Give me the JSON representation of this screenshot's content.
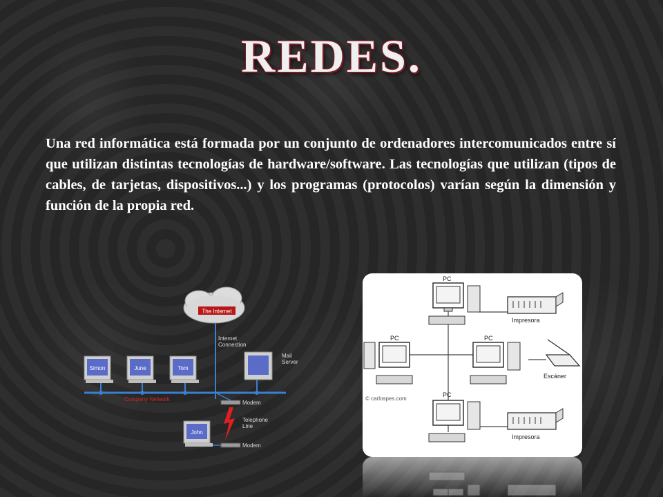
{
  "slide": {
    "title": "REDES.",
    "paragraph": "Una red informática está formada por un conjunto de ordenadores intercomunicados entre sí que utilizan distintas tecnologías de hardware/software. Las tecnologías que utilizan (tipos de cables, de tarjetas, dispositivos...) y los programas (protocolos) varían según la dimensión y función de la propia red."
  },
  "left_diagram": {
    "cloud_label": "The Internet",
    "internet_connection": "Internet Connection",
    "internet_connection_line1": "Internet",
    "internet_connection_line2": "Connection",
    "mail_server_line1": "Mail",
    "mail_server_line2": "Server",
    "computers": [
      "Simon",
      "June",
      "Tom"
    ],
    "company_network": "Company Network",
    "modem_top": "Modem",
    "telephone_line1": "Telephone",
    "telephone_line2": "Line",
    "john": "John",
    "modem_bottom": "Modem"
  },
  "right_diagram": {
    "pc_top": "PC",
    "impresora_top": "Impresora",
    "pc_left": "PC",
    "pc_center": "PC",
    "escaner": "Escáner",
    "copyright": "© carlospes.com",
    "pc_bottom": "PC",
    "impresora_bottom": "Impresora"
  },
  "colors": {
    "background": "#282828",
    "title_outline": "#7a1a24",
    "network_line": "#3a7fd0",
    "company_network_text": "#d42a2a",
    "monitor_screen": "#5a6cc8"
  }
}
